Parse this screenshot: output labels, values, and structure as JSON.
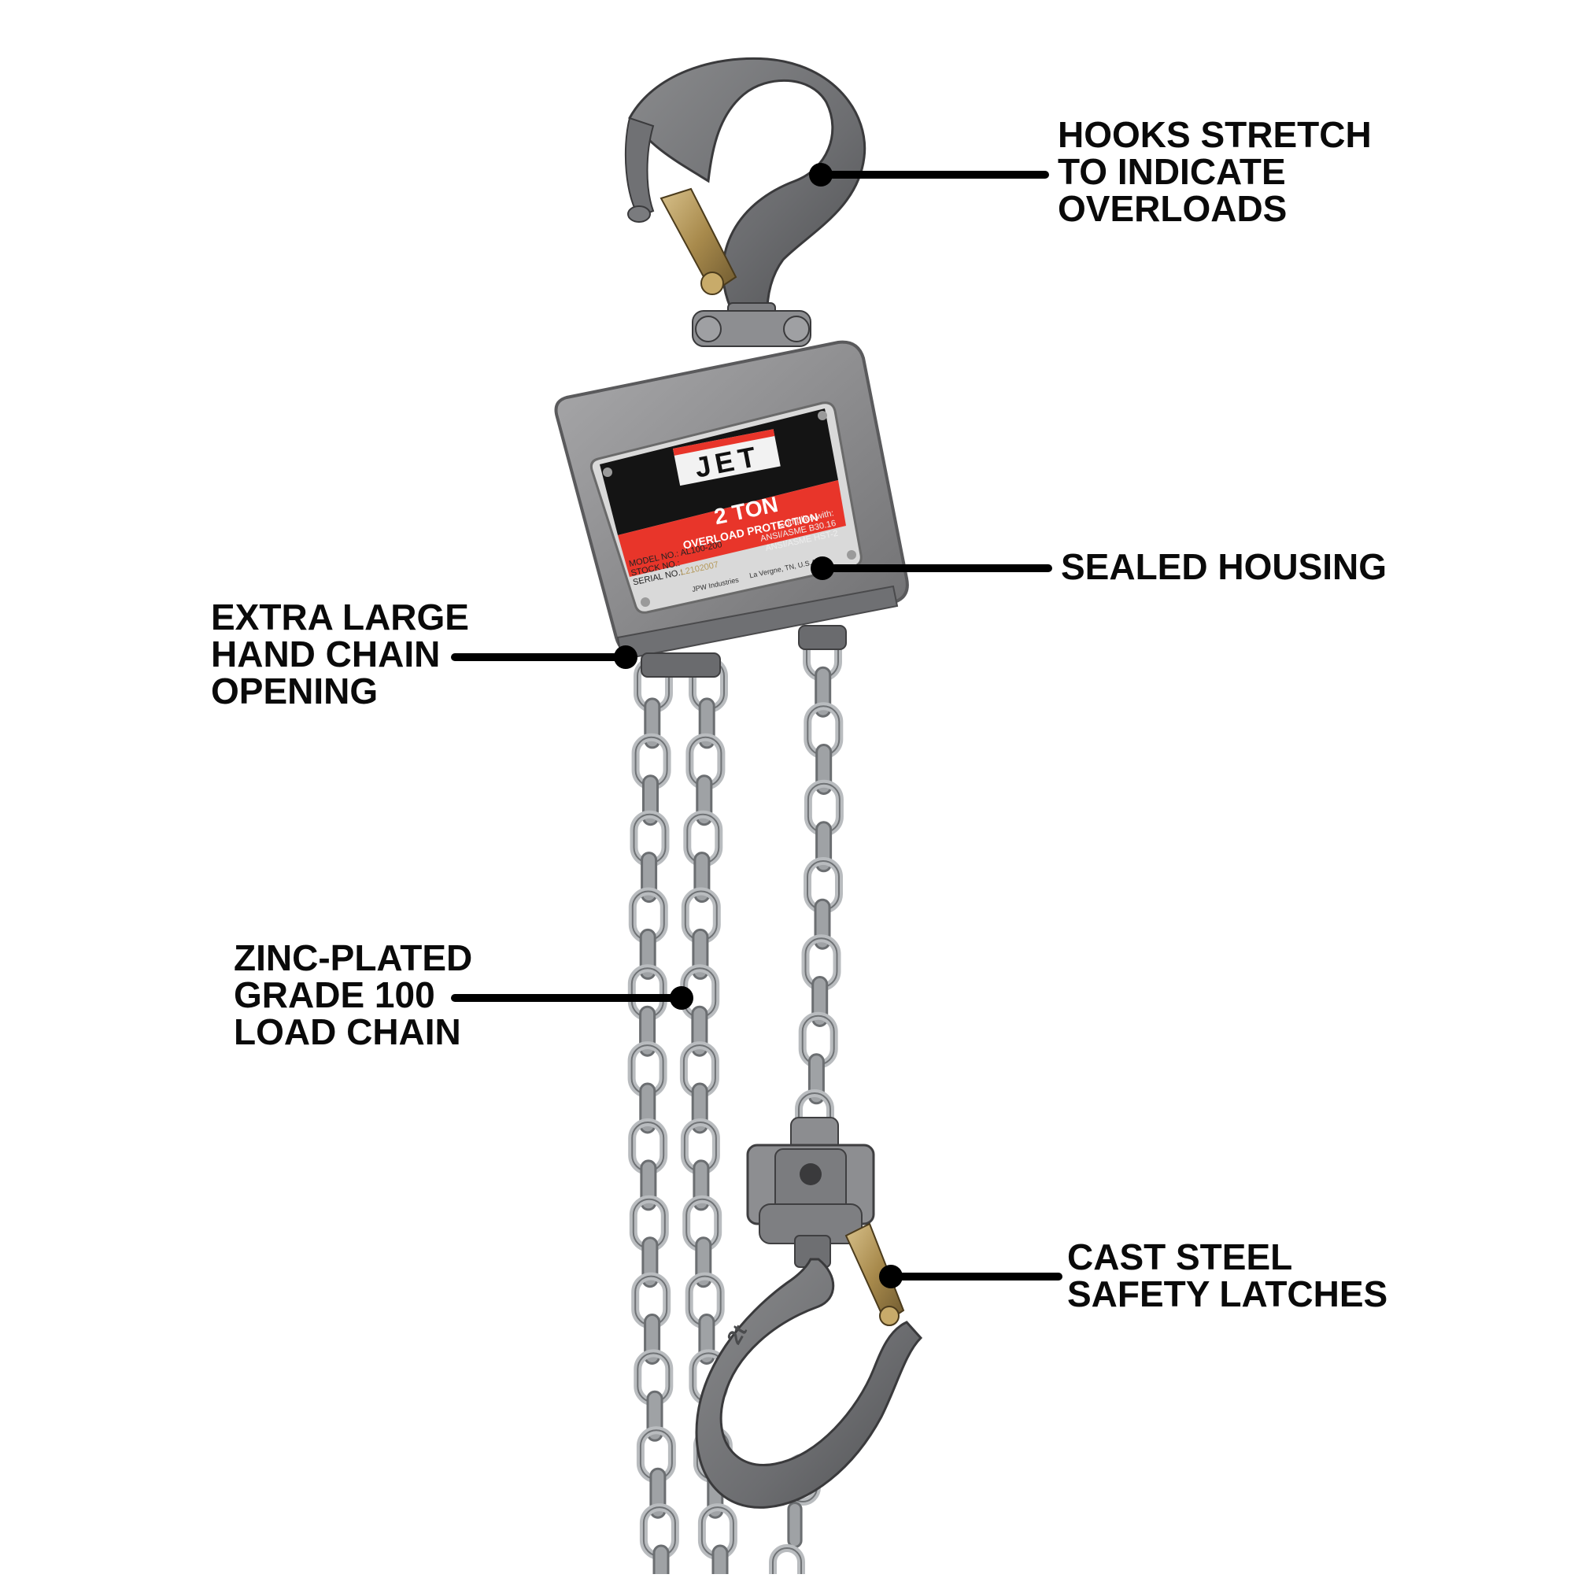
{
  "product": {
    "brand": "JET",
    "plate": {
      "capacity": "2 TON",
      "subtitle": "OVERLOAD PROTECTION",
      "complies_title": "Complies with:",
      "complies_1": "ANSI/ASME B30.16",
      "complies_2": "ANSI/ASME HST-2",
      "model": "MODEL NO.: AL100-200",
      "stock": "STOCK NO.:",
      "serial_label": "SERIAL NO.:",
      "serial_value": "L2102007",
      "maker": "JPW Industries",
      "location": "La Vergne, TN, U.S.A."
    },
    "hook_mark": "2t"
  },
  "callouts": {
    "hooks": {
      "line1": "HOOKS STRETCH",
      "line2": "TO INDICATE",
      "line3": "OVERLOADS"
    },
    "housing": {
      "line1": "SEALED HOUSING"
    },
    "hand_chain": {
      "line1": "EXTRA LARGE",
      "line2": "HAND CHAIN",
      "line3": "OPENING"
    },
    "load_chain": {
      "line1": "ZINC-PLATED",
      "line2": "GRADE 100",
      "line3": "LOAD CHAIN"
    },
    "latches": {
      "line1": "CAST STEEL",
      "line2": "SAFETY LATCHES"
    }
  },
  "colors": {
    "housing": "#8e8e90",
    "plate_red": "#e8352a",
    "plate_black": "#141414",
    "chain": "#c4c6c8",
    "latch": "#b59a5c",
    "leader": "#000000"
  }
}
